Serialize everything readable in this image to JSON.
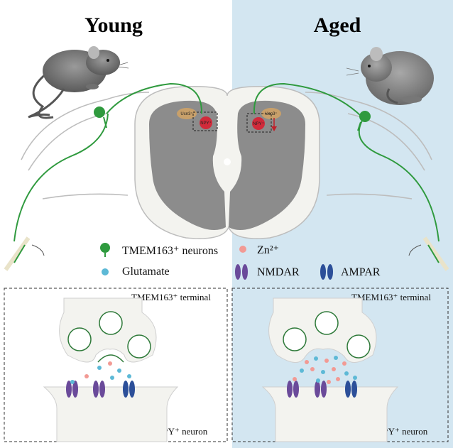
{
  "colors": {
    "aged_bg": "#d3e6f1",
    "spinal_outer": "#f3f3ef",
    "gray_matter": "#8c8c8c",
    "nerve_green": "#2f9a3e",
    "glutamate": "#5db9d6",
    "zinc": "#f29a94",
    "nmdar": "#6a4a9a",
    "ampar": "#2c4f99",
    "npy_red": "#d12a3a",
    "ucn3_tan": "#c8a06a"
  },
  "panels": {
    "young": {
      "title": "Young"
    },
    "aged": {
      "title": "Aged"
    }
  },
  "cord_labels": {
    "ucn3_left": "Ucn3⁺",
    "npy_left": "NPY⁺",
    "ucn3_right": "Ucn3⁺",
    "npy_right": "NPY⁺"
  },
  "legend": {
    "tmem_neurons": "TMEM163⁺ neurons",
    "glutamate": "Glutamate",
    "zinc": "Zn²⁺",
    "nmdar": "NMDAR",
    "ampar": "AMPAR"
  },
  "synapse_young": {
    "terminal_label": "TMEM163⁺ terminal",
    "neuron_label": "NPY⁺ neuron"
  },
  "synapse_aged": {
    "terminal_label": "TMEM163⁺ terminal",
    "neuron_label": "NPY⁺ neuron"
  }
}
